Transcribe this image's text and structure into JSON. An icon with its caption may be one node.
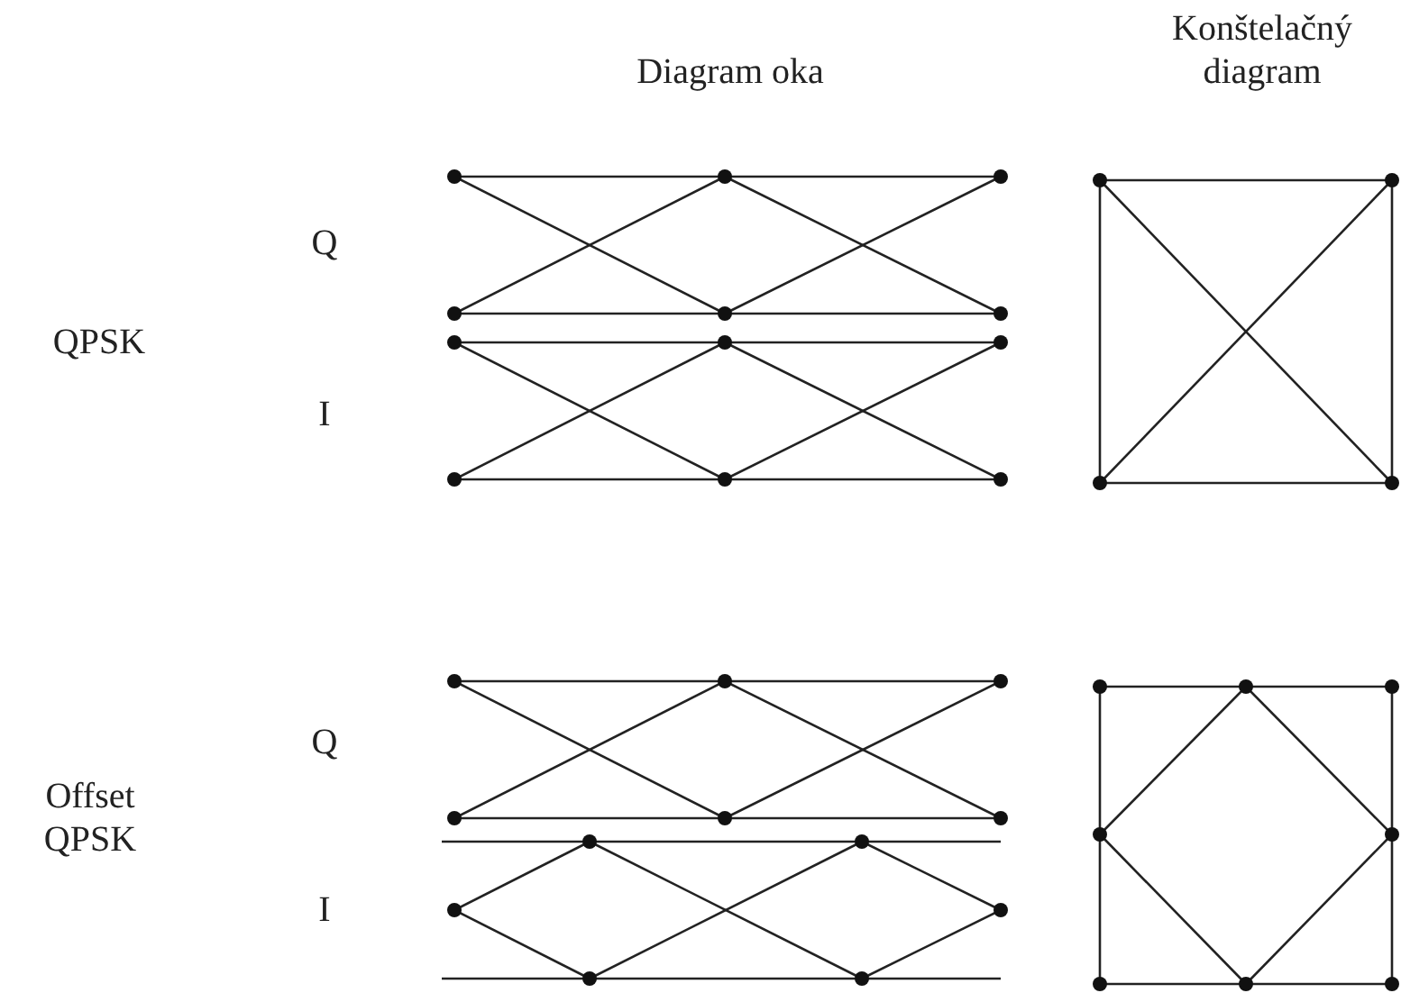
{
  "diagram": {
    "labels": [
      "Diagram oka",
      "Konštelačný diagram",
      "Q",
      "QPSK",
      "I",
      "Q",
      "Offset QPSK",
      "I"
    ]
  }
}
